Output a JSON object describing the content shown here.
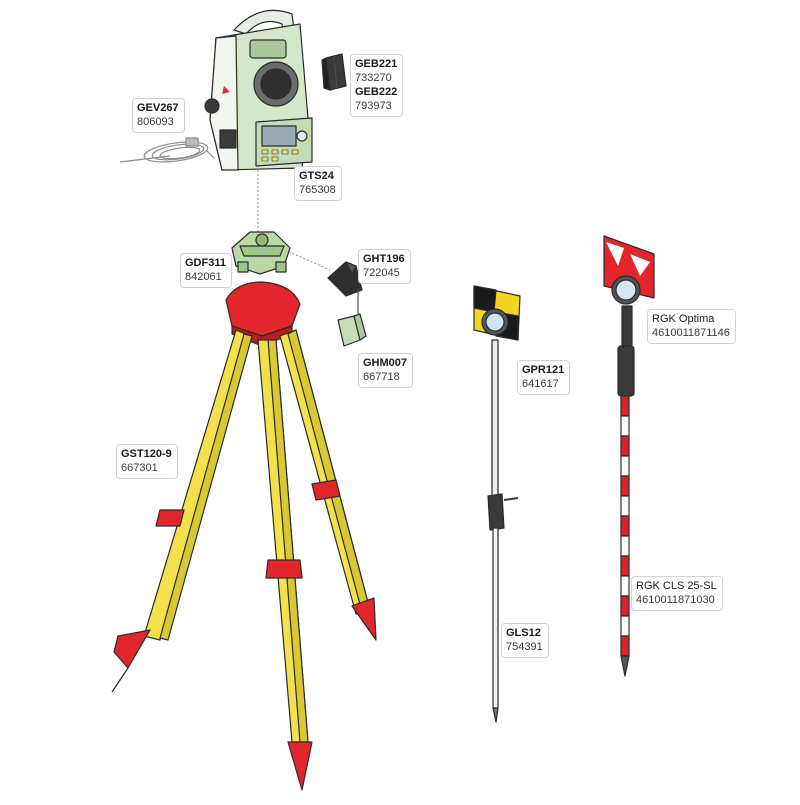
{
  "parts": [
    {
      "key": "gts24",
      "name": "GTS24",
      "code": "765308",
      "bold": true
    },
    {
      "key": "geb",
      "name": "GEB221",
      "code": "733270",
      "name2": "GEB222",
      "code2": "793973",
      "bold": true
    },
    {
      "key": "gev",
      "name": "GEV267",
      "code": "806093",
      "bold": true
    },
    {
      "key": "gdf",
      "name": "GDF311",
      "code": "842061",
      "bold": true
    },
    {
      "key": "ght",
      "name": "GHT196",
      "code": "722045",
      "bold": true
    },
    {
      "key": "ghm",
      "name": "GHM007",
      "code": "667718",
      "bold": true
    },
    {
      "key": "gst",
      "name": "GST120-9",
      "code": "667301",
      "bold": true
    },
    {
      "key": "gpr",
      "name": "GPR121",
      "code": "641617",
      "bold": true
    },
    {
      "key": "gls",
      "name": "GLS12",
      "code": "754391",
      "bold": true
    },
    {
      "key": "rgko",
      "name": "RGK Optima",
      "code": "4610011871146",
      "bold": false
    },
    {
      "key": "rgkc",
      "name": "RGK CLS 25-SL",
      "code": "4610011871030",
      "bold": false
    }
  ],
  "colors": {
    "tripod_leg": "#f2e14a",
    "tripod_red": "#e3262b",
    "instrument_green": "#cfe3c4",
    "tribrach_green": "#b9d9a6",
    "prism_yellow": "#f4d51f",
    "rod_red": "#d8232a",
    "outline": "#2b2b2b"
  }
}
